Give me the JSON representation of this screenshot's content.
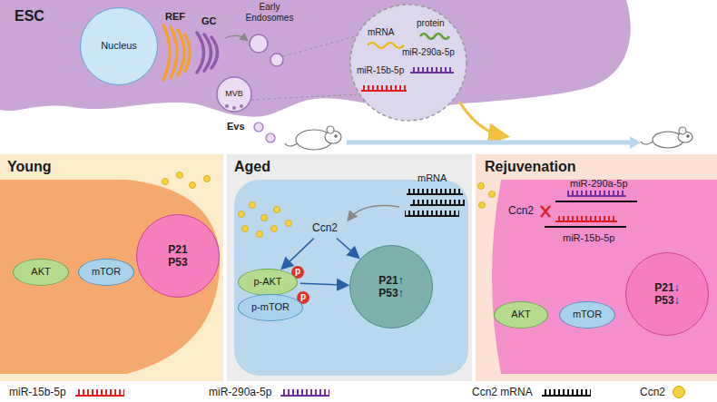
{
  "diagram": {
    "nodes": [
      {
        "text": [
          "ESC"
        ]
      },
      {
        "text": [
          "Nucleus"
        ],
        "in": 0
      },
      {
        "text": [
          "mRNA",
          "protein",
          "miR-15b-5p",
          "miR-290a-5p"
        ]
      },
      {
        "text": [
          "Young"
        ]
      },
      {
        "text": [
          "AKT"
        ],
        "in": 3
      },
      {
        "text": [
          "mTOR"
        ],
        "in": 3
      },
      {
        "text": [
          "P21",
          "P53"
        ],
        "in": 3
      },
      {
        "text": [
          "Aged"
        ]
      },
      {
        "text": [
          "Ccn2"
        ],
        "in": 7
      },
      {
        "text": [
          "p-AKT"
        ],
        "in": 7
      },
      {
        "text": [
          "p-mTOR"
        ],
        "in": 7
      },
      {
        "text": [
          "P21↑",
          "P53↑"
        ],
        "in": 7
      },
      {
        "text": [
          "Rejuvenation"
        ]
      },
      {
        "text": [
          "AKT"
        ],
        "in": 12
      },
      {
        "text": [
          "mTOR"
        ],
        "in": 12
      },
      {
        "text": [
          "P21↓",
          "P53↓"
        ],
        "in": 12
      }
    ],
    "edges": [
      {
        "from": 8,
        "to": 9,
        "arrow": "to"
      },
      {
        "from": 8,
        "to": 11,
        "arrow": "to"
      },
      {
        "from": 9,
        "to": 11,
        "arrow": "to"
      }
    ],
    "labels": [
      "REF",
      "GC",
      "Early Endosomes",
      "MVB",
      "Evs",
      "p",
      "p",
      "mRNA",
      "miR-290a-5p",
      "miR-15b-5p",
      "Ccn2"
    ],
    "legend": [
      {
        "text": "miR-15b-5p"
      },
      {
        "text": "miR-290a-5p"
      },
      {
        "text": "Ccn2 mRNA"
      },
      {
        "text": "Ccn2",
        "color": "#f5d040"
      }
    ]
  }
}
